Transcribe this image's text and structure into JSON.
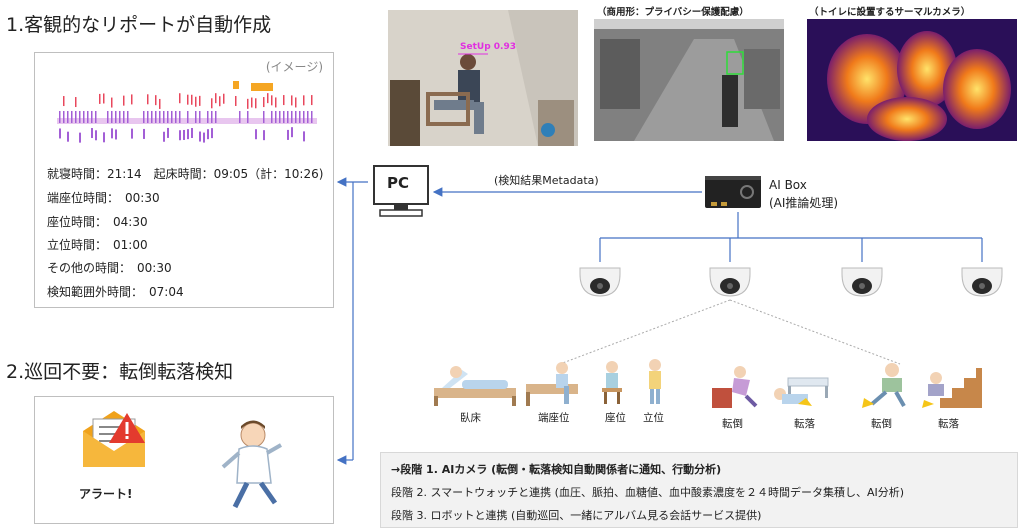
{
  "section1": {
    "title": "1.客観的なリポートが自動作成",
    "report": {
      "image_tag": "(イメージ)",
      "lines": [
        "就寝時間：21:14　起床時間：09:05（計：10:26)",
        "端座位時間：　00:30",
        "座位時間：　04:30",
        "立位時間：　01:00",
        "その他の時間：　00:30",
        "検知範囲外時間：　07:04"
      ]
    }
  },
  "section2": {
    "title": "2.巡回不要：転倒転落検知",
    "alert_label": "アラート!"
  },
  "camera_views": {
    "detection_label": "SetUp 0.93",
    "caption_commercial": "（商用形：プライバシー保護配慮）",
    "caption_thermal": "（トイレに設置するサーマルカメラ）"
  },
  "pc": {
    "label": "PC"
  },
  "metadata_label": "(検知結果Metadata)",
  "ai_box": {
    "line1": "AI Box",
    "line2": "(AI推論処理)"
  },
  "postures": [
    "臥床",
    "端座位",
    "座位",
    "立位",
    "転倒",
    "転落",
    "転倒",
    "転落"
  ],
  "steps": [
    {
      "bold": "→段階 1. AIカメラ (転倒・転落検知自動関係者に通知、行動分析)"
    },
    {
      "text": "段階 2. スマートウォッチと連携 (血圧、脈拍、血糖値、血中酸素濃度を２４時間データ集積し、AI分析)"
    },
    {
      "text": "段階 3. ロボットと連携 (自動巡回、一緒にアルバム見る会話サービス提供)"
    }
  ],
  "colors": {
    "arrow": "#4472c4",
    "network_line": "#4472c4",
    "bar_red": "#e8475c",
    "bar_purple": "#a35fd6",
    "bar_orange": "#f5a623"
  }
}
